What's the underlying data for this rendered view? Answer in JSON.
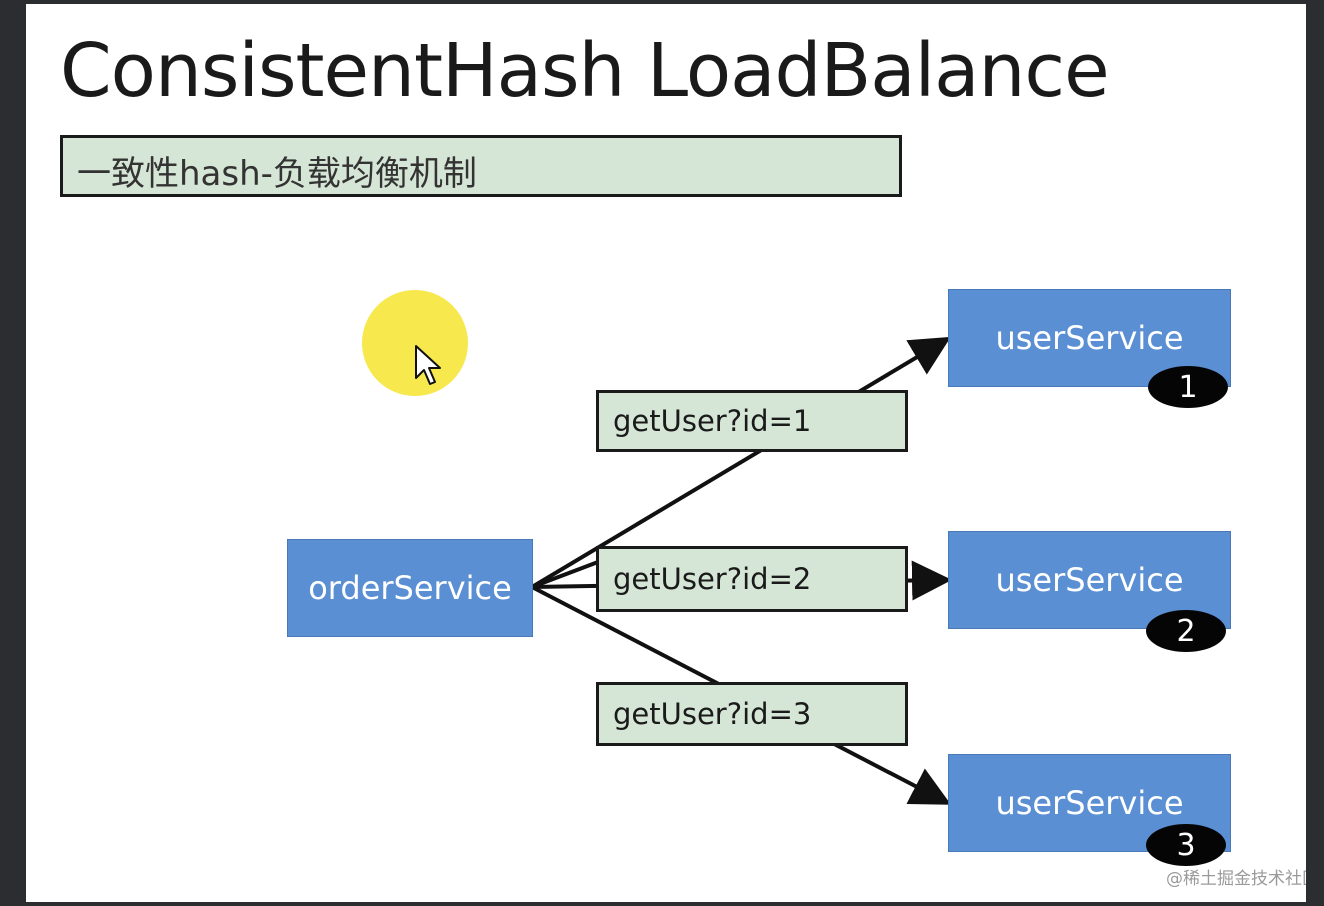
{
  "title": "ConsistentHash LoadBalance",
  "subtitle": "一致性hash-负载均衡机制",
  "source": {
    "label": "orderService"
  },
  "requests": [
    {
      "label": "getUser?id=1"
    },
    {
      "label": "getUser?id=2"
    },
    {
      "label": "getUser?id=3"
    }
  ],
  "targets": [
    {
      "label": "userService",
      "badge": "1"
    },
    {
      "label": "userService",
      "badge": "2"
    },
    {
      "label": "userService",
      "badge": "3"
    }
  ],
  "watermark": "@稀土掘金技术社区",
  "colors": {
    "service_fill": "#5b8fd3",
    "request_fill": "#d6e6d6",
    "badge_fill": "#050505",
    "cursor_halo": "#f5e63a"
  },
  "icons": {
    "cursor": "mouse-pointer-icon",
    "arrowhead": "arrow-right-icon"
  }
}
